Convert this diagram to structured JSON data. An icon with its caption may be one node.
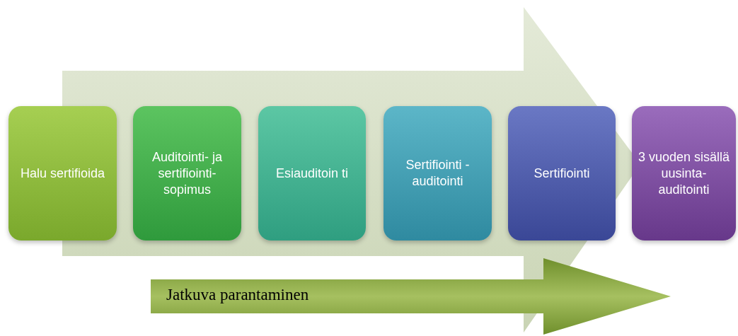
{
  "diagram": {
    "nodes": [
      {
        "text": [
          "Halu sertifioida"
        ]
      },
      {
        "text": [
          "Auditointi- ja sertifiointi- sopimus"
        ]
      },
      {
        "text": [
          "Esiauditoin ti"
        ]
      },
      {
        "text": [
          "Sertifiointi - auditointi"
        ]
      },
      {
        "text": [
          "Sertifiointi"
        ]
      },
      {
        "text": [
          "3 vuoden sisällä uusinta- auditointi"
        ]
      },
      {
        "text": [
          "Jatkuva parantaminen"
        ]
      }
    ]
  }
}
